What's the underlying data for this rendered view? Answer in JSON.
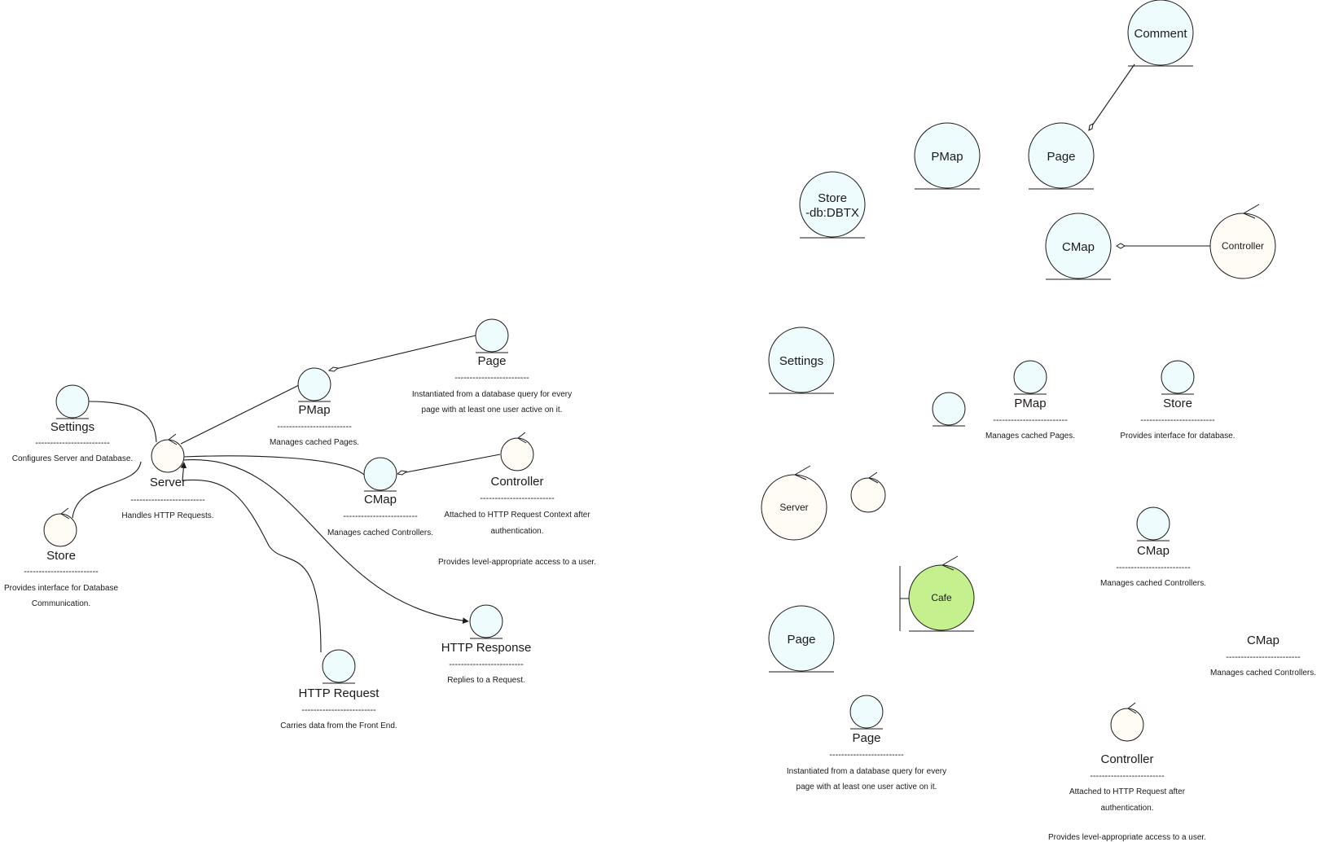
{
  "colors": {
    "entity_fill": "#eefcfd",
    "control_fill": "#fefcf5",
    "cafe_fill": "#c5f08e",
    "stroke": "#1a1a1a"
  },
  "separator": "-------------------------",
  "left": {
    "settings": {
      "label": "Settings",
      "desc": [
        "Configures Server and Database."
      ]
    },
    "server": {
      "label": "Server",
      "desc": [
        "Handles HTTP Requests."
      ]
    },
    "store": {
      "label": "Store",
      "desc": [
        "Provides interface for Database",
        "Communication."
      ]
    },
    "pmap": {
      "label": "PMap",
      "desc": [
        "Manages cached Pages."
      ]
    },
    "page": {
      "label": "Page",
      "desc": [
        "Instantiated from a database query for every",
        "page with at least one user active on it."
      ]
    },
    "cmap": {
      "label": "CMap",
      "desc": [
        "Manages cached Controllers."
      ]
    },
    "controller": {
      "label": "Controller",
      "desc": [
        "Attached to HTTP Request Context after",
        "authentication.",
        "Provides level-appropriate access to a user."
      ]
    },
    "http_response": {
      "label": "HTTP Response",
      "desc": [
        "Replies to a Request."
      ]
    },
    "http_request": {
      "label": "HTTP Request",
      "desc": [
        "Carries data from the Front End."
      ]
    }
  },
  "right": {
    "comment": {
      "label": "Comment"
    },
    "pmap_big": {
      "label": "PMap"
    },
    "page_big": {
      "label": "Page"
    },
    "store_big": {
      "label1": "Store",
      "label2": "-db:DBTX"
    },
    "cmap_big": {
      "label": "CMap"
    },
    "controller_big": {
      "label": "Controller"
    },
    "settings_big": {
      "label": "Settings"
    },
    "pmap_small": {
      "label": "PMap",
      "desc": [
        "Manages cached Pages."
      ]
    },
    "store_small": {
      "label": "Store",
      "desc": [
        "Provides interface for database."
      ]
    },
    "server_big": {
      "label": "Server"
    },
    "cmap_small": {
      "label": "CMap",
      "desc": [
        "Manages cached Controllers."
      ]
    },
    "cafe": {
      "label": "Cafe"
    },
    "page_big2": {
      "label": "Page"
    },
    "cmap_text": {
      "label": "CMap",
      "desc": [
        "Manages cached Controllers."
      ]
    },
    "page_small": {
      "label": "Page",
      "desc": [
        "Instantiated from a database query for every",
        "page with at least one user active on it."
      ]
    },
    "controller_small": {
      "label": "Controller",
      "desc": [
        "Attached to HTTP Request after",
        "authentication.",
        "Provides level-appropriate access to a user."
      ]
    }
  }
}
